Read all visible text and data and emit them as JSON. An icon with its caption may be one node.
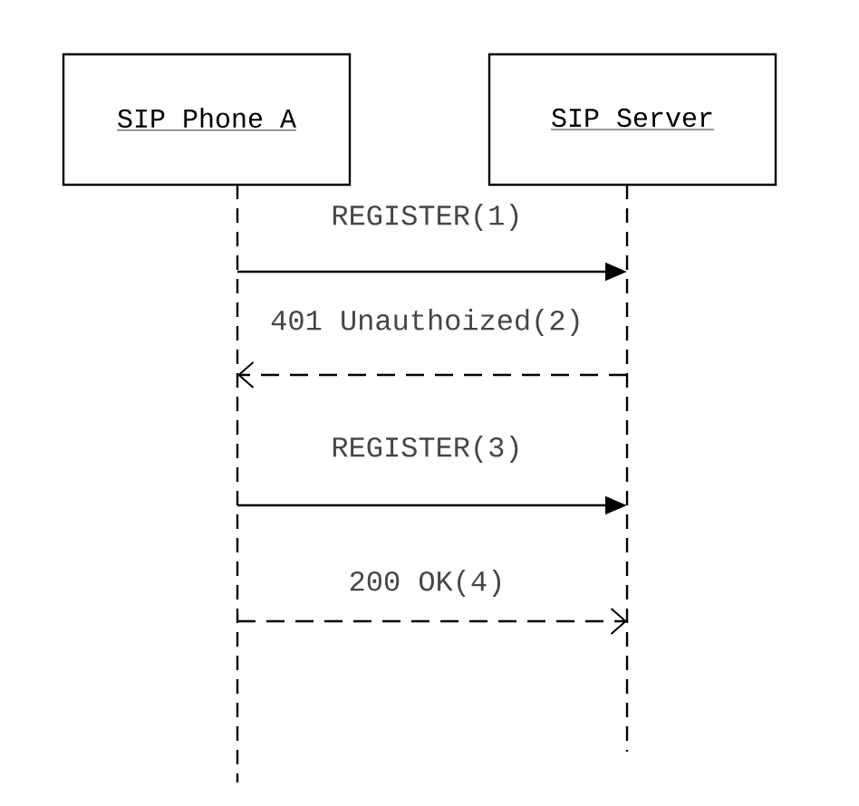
{
  "diagram": {
    "nodes": [
      {
        "text": [
          "SIP Phone A"
        ]
      },
      {
        "text": [
          "SIP Server"
        ]
      }
    ],
    "edges": [
      {
        "from": 0,
        "to": 1,
        "arrow": "to",
        "label": "REGISTER(1)"
      },
      {
        "from": 1,
        "to": 0,
        "arrow": "to",
        "label": "401 Unauthoized(2)",
        "style": "dashed"
      },
      {
        "from": 0,
        "to": 1,
        "arrow": "to",
        "label": "REGISTER(3)"
      },
      {
        "from": 0,
        "to": 1,
        "arrow": "to",
        "label": "200 OK(4)",
        "style": "dashed"
      }
    ]
  }
}
